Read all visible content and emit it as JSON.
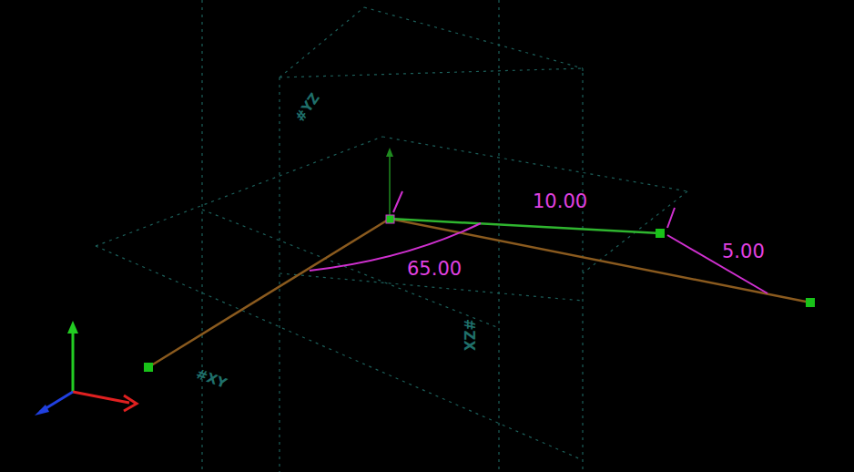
{
  "diagram": {
    "labels": [
      "65.00",
      "10.00",
      "5.00",
      "#XY",
      "#ZX",
      "#YZ"
    ]
  }
}
